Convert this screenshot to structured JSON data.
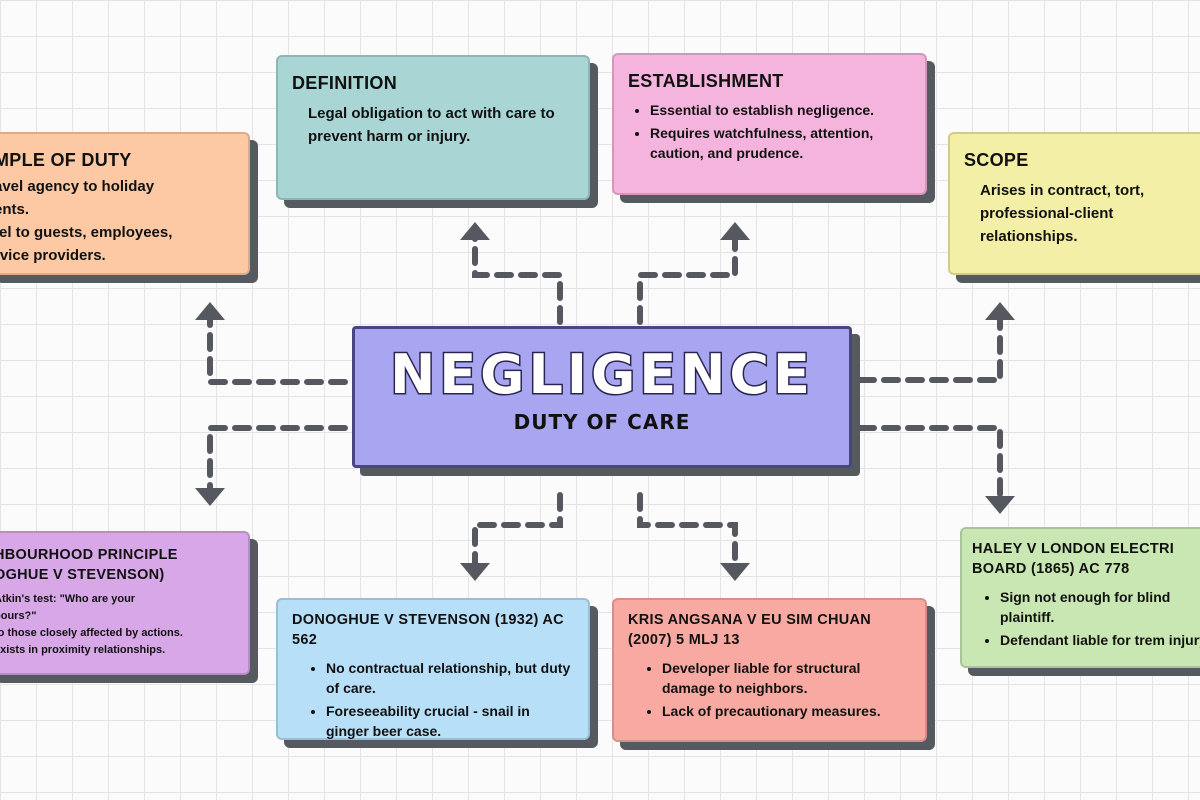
{
  "center": {
    "title": "NEGLIGENCE",
    "subtitle": "DUTY OF CARE"
  },
  "example": {
    "title": "MPLE OF DUTY",
    "lines": [
      "avel agency to holiday",
      "ents.",
      "tel to guests, employees,",
      "rvice providers."
    ]
  },
  "definition": {
    "title": "DEFINITION",
    "text": "Legal obligation to act with care to prevent harm or injury."
  },
  "establishment": {
    "title": "ESTABLISHMENT",
    "items": [
      "Essential to establish negligence.",
      "Requires watchfulness, attention, caution, and prudence."
    ]
  },
  "scope": {
    "title": "SCOPE",
    "text": "Arises in contract, tort, professional-client relationships."
  },
  "neighbourhood": {
    "title": "HBOURHOOD PRINCIPLE",
    "title2": "OGHUE V STEVENSON)",
    "lines": [
      "Atkin's test: \"Who are your",
      "bours?\"",
      "to those closely affected by actions.",
      "exists in proximity relationships."
    ]
  },
  "donoghue": {
    "title": "DONOGHUE V STEVENSON (1932) AC 562",
    "items": [
      "No contractual relationship, but duty of care.",
      "Foreseeability crucial - snail in ginger beer case."
    ]
  },
  "kris": {
    "title": "KRIS ANGSANA V EU SIM CHUAN (2007) 5 MLJ 13",
    "items": [
      "Developer liable for structural damage to neighbors.",
      "Lack of precautionary measures."
    ]
  },
  "haley": {
    "title": "HALEY V LONDON ELECTRI",
    "title2": "BOARD (1865) AC 778",
    "items": [
      "Sign not enough for blind plaintiff.",
      "Defendant liable for trem injury."
    ]
  },
  "colors": {
    "example": "#fdc9a4",
    "definition": "#a9d6d4",
    "establishment": "#f5b4dd",
    "scope": "#f3efa6",
    "center": "#a9a6f1",
    "neighbourhood": "#d7a7e7",
    "donoghue": "#b8dff8",
    "kris": "#f8aaa2",
    "haley": "#c9e7b2"
  }
}
